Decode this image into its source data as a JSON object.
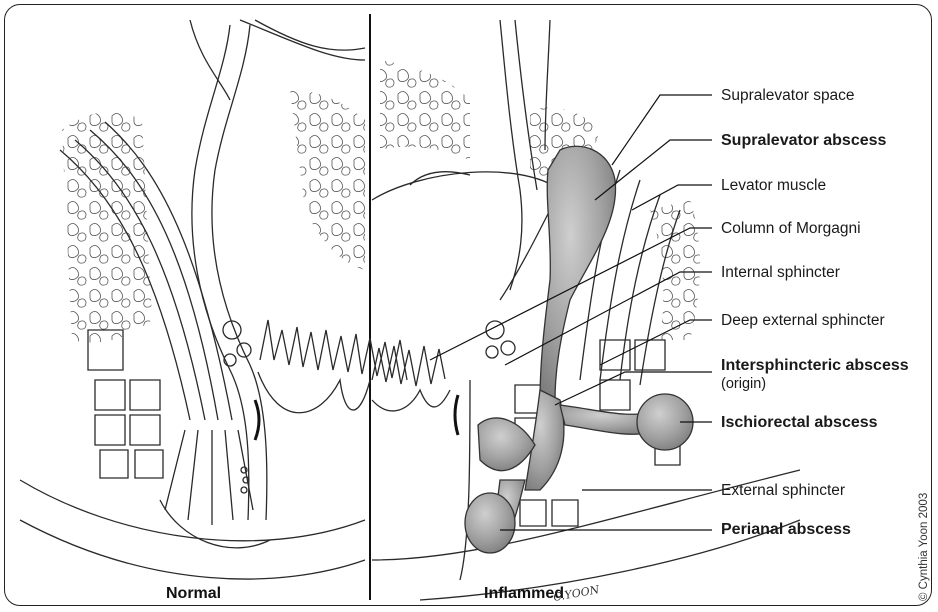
{
  "labels": {
    "supralevator_space": "Supralevator space",
    "supralevator_abscess": "Supralevator abscess",
    "levator_muscle": "Levator muscle",
    "column_of_morgagni": "Column of Morgagni",
    "internal_sphincter": "Internal sphincter",
    "deep_external_sphincter": "Deep external sphincter",
    "intersphincteric_abscess": "Intersphincteric abscess",
    "intersphincteric_origin": "(origin)",
    "ischiorectal_abscess": "Ischiorectal abscess",
    "external_sphincter": "External sphincter",
    "perianal_abscess": "Perianal abscess"
  },
  "panels": {
    "left_title": "Normal",
    "right_title": "Inflammed"
  },
  "credit": "© Cynthia Yoon 2003",
  "signature": "C.YOON",
  "colors": {
    "line": "#2a2a2a",
    "abscess_fill": "#9c9c9c",
    "fat_fill": "#ffffff"
  }
}
